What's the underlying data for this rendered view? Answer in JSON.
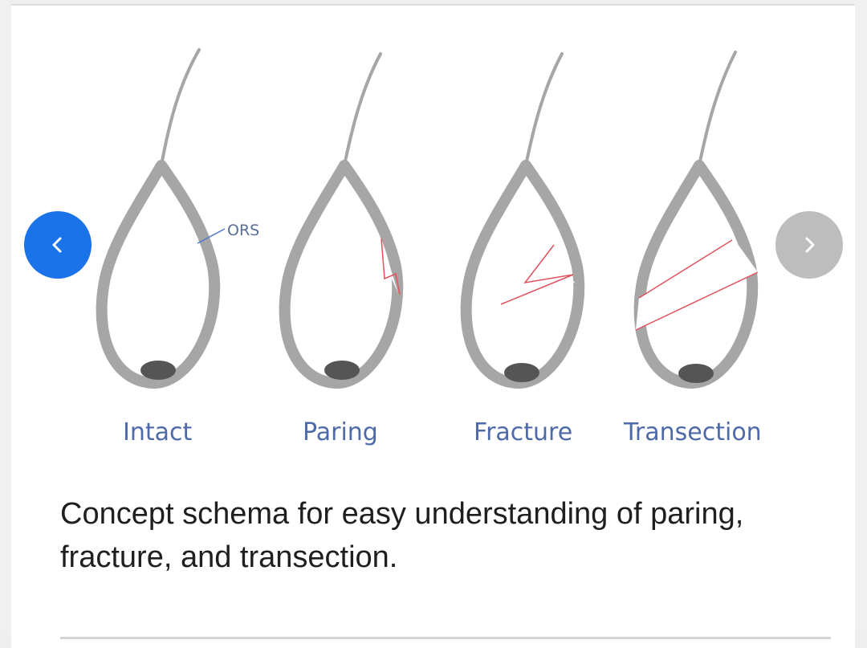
{
  "figure": {
    "annotation": "ORS",
    "labels": [
      "Intact",
      "Paring",
      "Fracture",
      "Transection"
    ],
    "colors": {
      "sheath": "#a6a6a6",
      "papilla": "#555555",
      "fracture_line": "#e0525d",
      "ors_line": "#5577cc",
      "label_text": "#4e6aa8"
    }
  },
  "carousel": {
    "prev_icon": "chevron-left-icon",
    "next_icon": "chevron-right-icon",
    "prev_color": "#1a73e8",
    "next_color": "#bdbdbd"
  },
  "caption": {
    "text": "Concept schema for easy understanding of paring, fracture, and transection."
  }
}
